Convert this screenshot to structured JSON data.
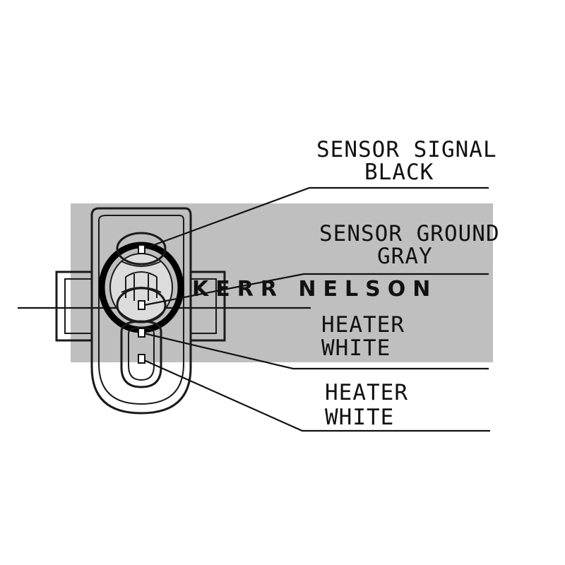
{
  "labels": {
    "sensor_signal": {
      "name": "SENSOR SIGNAL",
      "color": "BLACK"
    },
    "sensor_ground": {
      "name": "SENSOR GROUND",
      "color": "GRAY"
    },
    "heater_1": {
      "name": "HEATER",
      "color": "WHITE"
    },
    "heater_2": {
      "name": "HEATER",
      "color": "WHITE"
    }
  },
  "watermark": {
    "text": "KERR NELSON",
    "text_color": "#111111",
    "band_color": "#b4b4b4"
  },
  "colors": {
    "line": "#111111",
    "background": "#ffffff"
  }
}
